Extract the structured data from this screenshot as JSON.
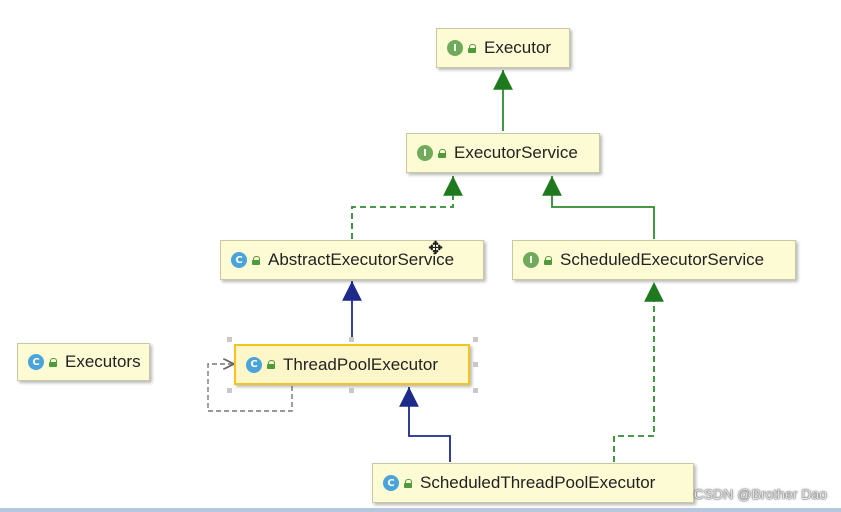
{
  "nodes": {
    "executor": {
      "name": "Executor",
      "kind": "I"
    },
    "executor_service": {
      "name": "ExecutorService",
      "kind": "I"
    },
    "abstract_executor_service": {
      "name": "AbstractExecutorService",
      "kind": "C"
    },
    "scheduled_executor_service": {
      "name": "ScheduledExecutorService",
      "kind": "I"
    },
    "executors": {
      "name": "Executors",
      "kind": "C"
    },
    "thread_pool_executor": {
      "name": "ThreadPoolExecutor",
      "kind": "C"
    },
    "scheduled_thread_pool_executor": {
      "name": "ScheduledThreadPoolExecutor",
      "kind": "C"
    }
  },
  "edges": [
    {
      "from": "executor_service",
      "to": "executor",
      "type": "extends-interface"
    },
    {
      "from": "abstract_executor_service",
      "to": "executor_service",
      "type": "implements"
    },
    {
      "from": "scheduled_executor_service",
      "to": "executor_service",
      "type": "extends-interface"
    },
    {
      "from": "thread_pool_executor",
      "to": "abstract_executor_service",
      "type": "extends-class"
    },
    {
      "from": "thread_pool_executor",
      "to": "thread_pool_executor",
      "type": "self-reference"
    },
    {
      "from": "scheduled_thread_pool_executor",
      "to": "thread_pool_executor",
      "type": "extends-class"
    },
    {
      "from": "scheduled_thread_pool_executor",
      "to": "scheduled_executor_service",
      "type": "implements"
    }
  ],
  "colors": {
    "interface_arrow": "#2e8b2e",
    "class_arrow": "#1c2a8a",
    "self_ref": "#7a7a7a",
    "selected_border": "#f2c41e"
  },
  "watermark": "CSDN @Brother Dao"
}
